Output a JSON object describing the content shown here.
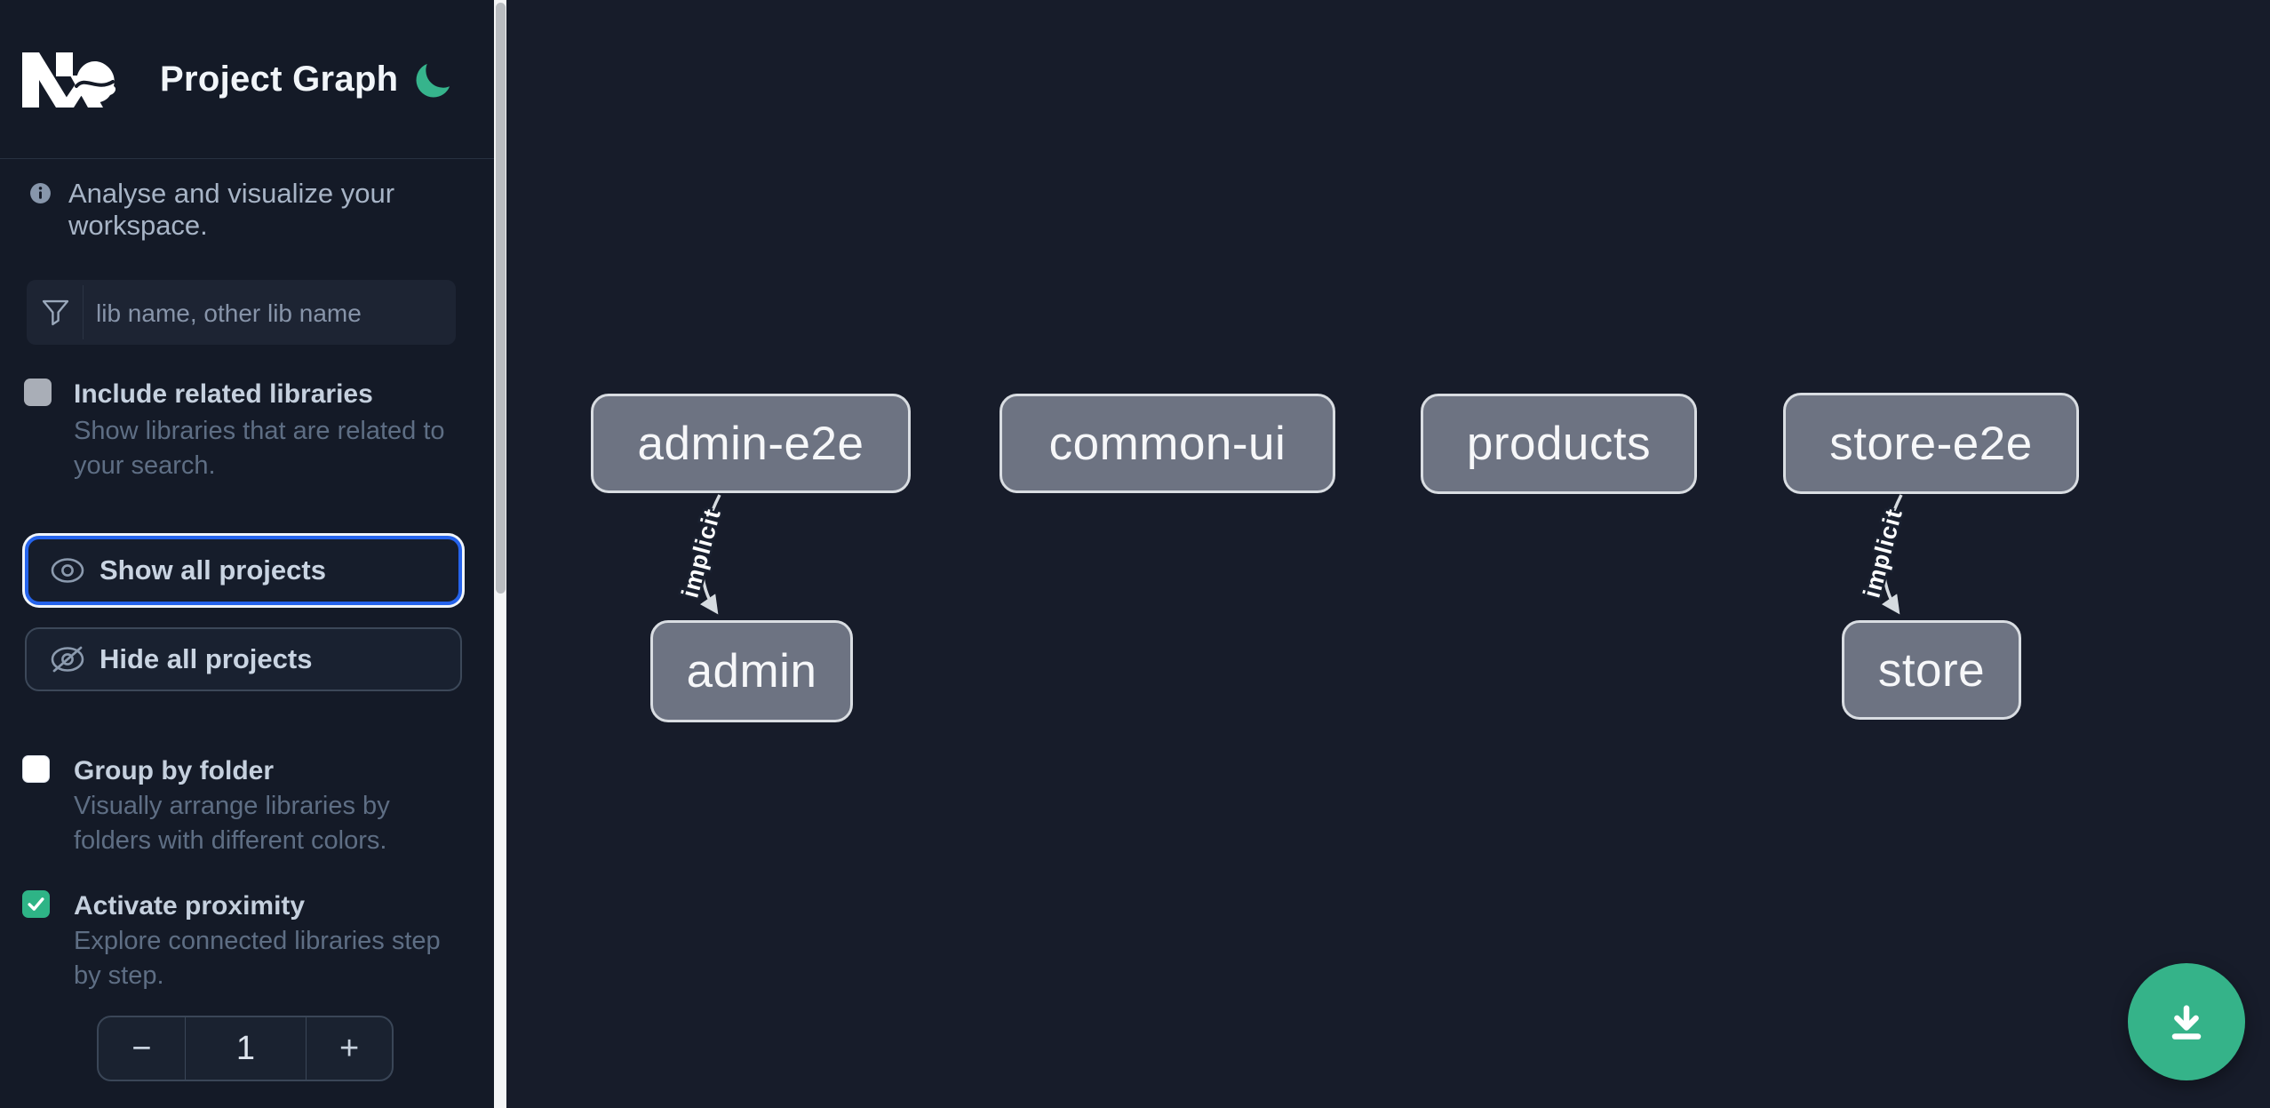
{
  "colors": {
    "accent_green": "#35b389",
    "focus_blue": "#2563eb",
    "sidebar_bg": "#141a27",
    "canvas_bg": "#171c2a",
    "node_fill": "#6d7382",
    "node_border": "#d9dde2",
    "edge_color": "#d6dbe0"
  },
  "header": {
    "title": "Project Graph"
  },
  "sidebar": {
    "tagline": "Analyse and visualize your workspace.",
    "search": {
      "placeholder": "lib name, other lib name",
      "value": ""
    },
    "include_related": {
      "label": "Include related libraries",
      "desc_line1": "Show libraries that are related to",
      "desc_line2": "your search.",
      "checked": false
    },
    "show_all": {
      "label": "Show all projects"
    },
    "hide_all": {
      "label": "Hide all projects"
    },
    "group_by_folder": {
      "label": "Group by folder",
      "desc_line1": "Visually arrange libraries by",
      "desc_line2": "folders with different colors.",
      "checked": false
    },
    "proximity": {
      "label": "Activate proximity",
      "desc_line1": "Explore connected libraries step",
      "desc_line2": "by step.",
      "checked": true
    },
    "stepper": {
      "decrement": "−",
      "value": "1",
      "increment": "+"
    }
  },
  "graph": {
    "nodes": [
      {
        "id": "admin-e2e",
        "label": "admin-e2e"
      },
      {
        "id": "common-ui",
        "label": "common-ui"
      },
      {
        "id": "products",
        "label": "products"
      },
      {
        "id": "store-e2e",
        "label": "store-e2e"
      },
      {
        "id": "admin",
        "label": "admin"
      },
      {
        "id": "store",
        "label": "store"
      }
    ],
    "edges": [
      {
        "from": "admin-e2e",
        "to": "admin",
        "label": "implicit"
      },
      {
        "from": "store-e2e",
        "to": "store",
        "label": "implicit"
      }
    ]
  }
}
